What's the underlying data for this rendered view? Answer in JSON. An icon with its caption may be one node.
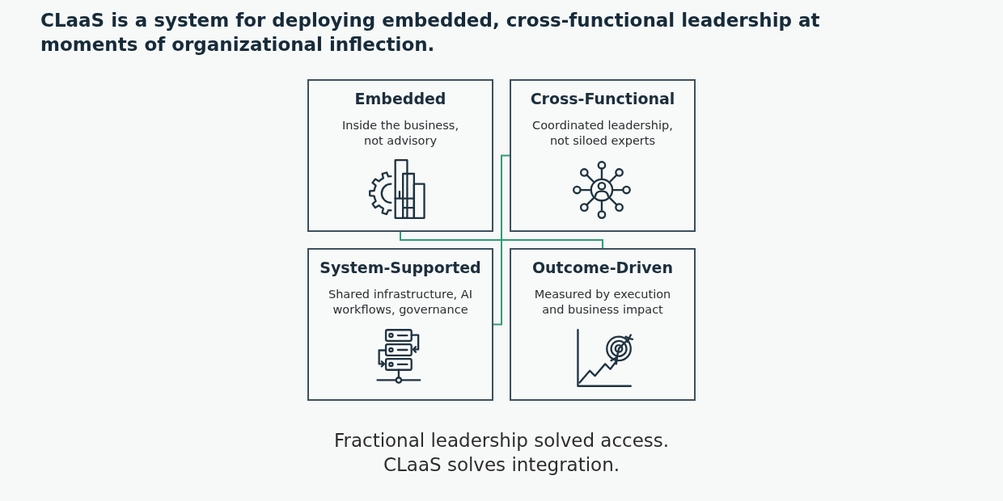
{
  "diagram": {
    "title": "CLaaS is a system for deploying embedded, cross-functional leadership at moments of organizational inflection.",
    "caption": "Fractional leadership solved access. CLaaS solves integration.",
    "nodes": [
      {
        "text": [
          "Embedded",
          "Inside the business, not advisory"
        ]
      },
      {
        "text": [
          "Cross-Functional",
          "Coordinated leadership, not siloed experts"
        ]
      },
      {
        "text": [
          "System-Supported",
          "Shared infrastructure, AI workflows, governance"
        ]
      },
      {
        "text": [
          "Outcome-Driven",
          "Measured by execution and business impact"
        ]
      }
    ],
    "edges": [
      {
        "from": 0,
        "to": 3,
        "arrow": "none"
      },
      {
        "from": 1,
        "to": 2,
        "arrow": "none"
      }
    ]
  }
}
